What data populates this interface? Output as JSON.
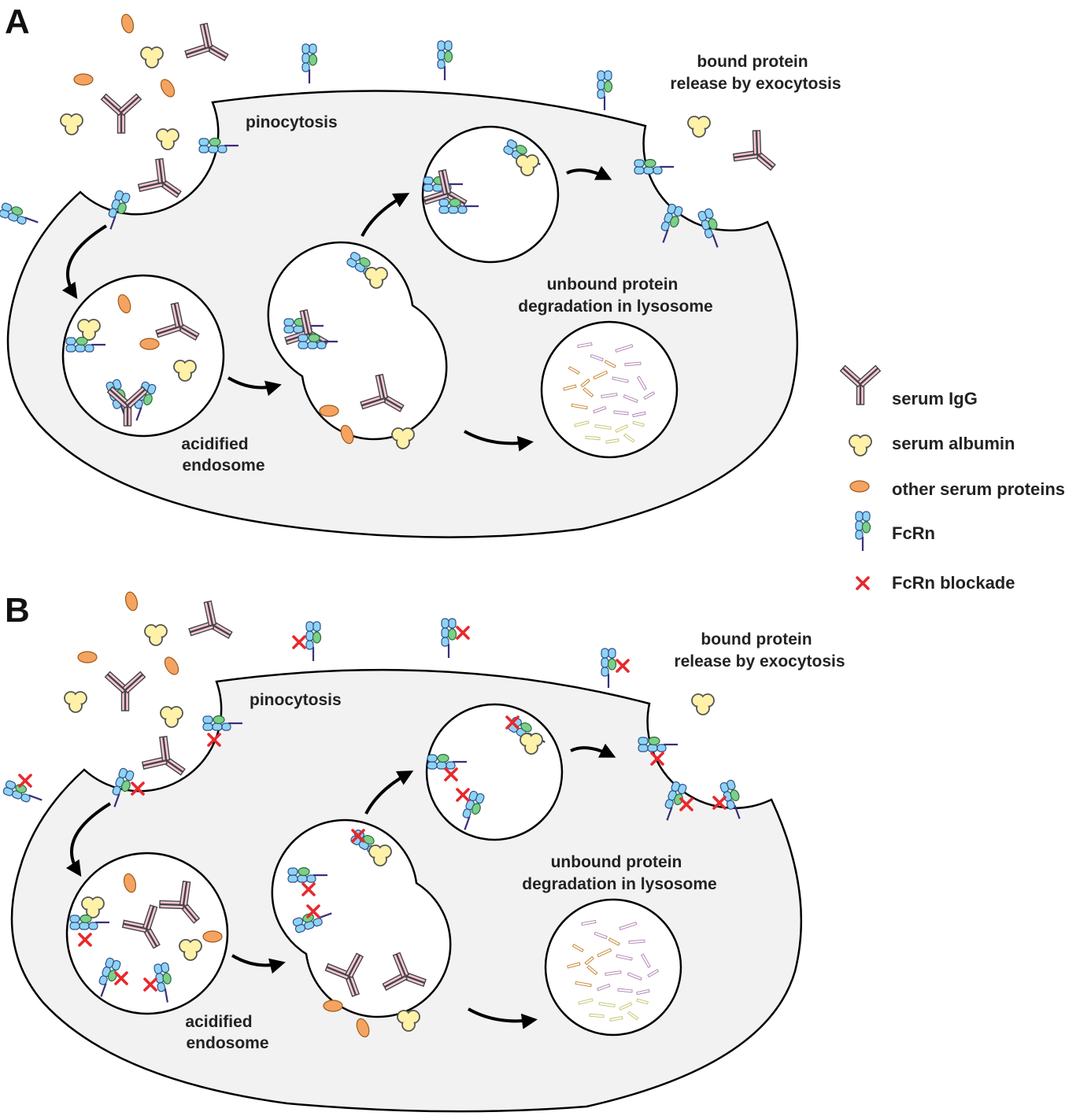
{
  "panels": [
    {
      "letter": "A"
    },
    {
      "letter": "B"
    }
  ],
  "labels": {
    "pinocytosis": "pinocytosis",
    "exocytosis_line1": "bound protein",
    "exocytosis_line2": "release by exocytosis",
    "degradation_line1": "unbound protein",
    "degradation_line2": "degradation in lysosome",
    "endosome_line1": "acidified",
    "endosome_line2": "endosome"
  },
  "legend": [
    {
      "icon": "igg-icon",
      "label": "serum IgG"
    },
    {
      "icon": "albumin-icon",
      "label": "serum albumin"
    },
    {
      "icon": "serum-protein-icon",
      "label": "other serum proteins"
    },
    {
      "icon": "fcrn-icon",
      "label": "FcRn"
    },
    {
      "icon": "blockade-icon",
      "label": "FcRn blockade"
    }
  ],
  "colors": {
    "igg": "#f7c6d8",
    "albumin": "#fff2a8",
    "other_protein": "#f4a460",
    "fcrn_heavy": "#8fd3f4",
    "fcrn_light": "#7ccf8a",
    "blockade": "#e8282d",
    "cell": "#f2f2f2"
  }
}
